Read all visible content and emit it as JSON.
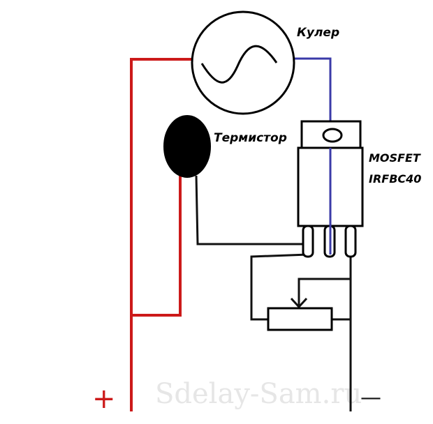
{
  "labels": {
    "cooler": "Кулер",
    "thermistor": "Термистор",
    "mosfet_line1": "MOSFET",
    "mosfet_line2": "IRFBC40",
    "plus": "+",
    "minus": "—"
  },
  "watermark": "Sdelay-Sam.ru",
  "colors": {
    "positive_wire": "#cc1a1a",
    "fan_wire": "#3a3aa8",
    "signal_wire": "#111111",
    "thermistor_fill": "#000000"
  }
}
